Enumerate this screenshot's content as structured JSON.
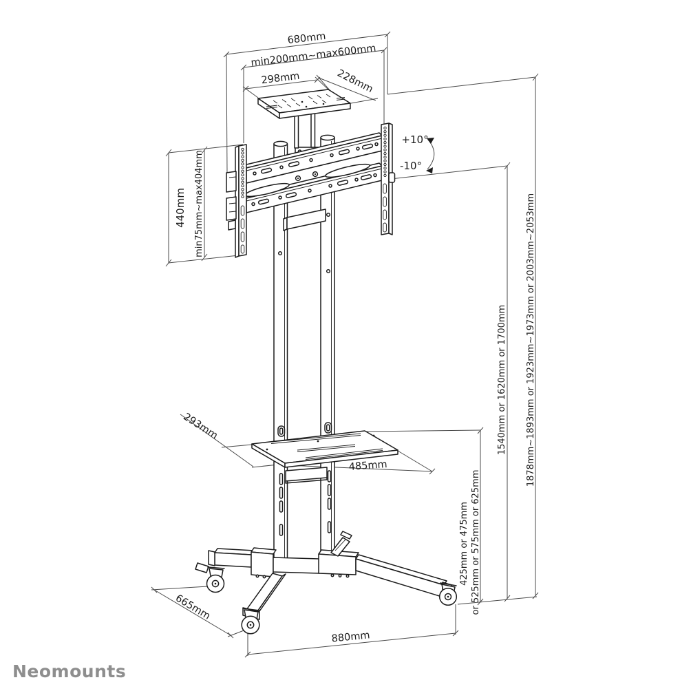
{
  "brand": {
    "logo_text": "Neomounts",
    "logo_color": "#8e8e8e"
  },
  "diagram": {
    "subject": "Isometric technical line drawing of a mobile TV floor stand with castor base, tilting VESA bracket, equipment shelf and top tray",
    "style": "black line art on white",
    "line_color": "#1b1b1b",
    "background": "#ffffff",
    "labels": {
      "bracket_total_width": "680mm",
      "vesa_width_range": "min200mm~max600mm",
      "top_tray_width": "298mm",
      "top_tray_depth": "228mm",
      "tilt_up": "+10°",
      "tilt_down": "-10°",
      "bracket_height": "440mm",
      "vesa_height_range": "min75mm~max404mm",
      "shelf_depth": "293mm",
      "shelf_width": "485mm",
      "shelf_height_options_line1": "425mm or 475mm",
      "shelf_height_options_line2": "or 525mm or 575mm or 625mm",
      "pole_height_options": "1540mm or 1620mm or 1700mm",
      "total_height_options": "1878mm~1893mm or 1923mm~1973mm or 2003mm~2053mm",
      "base_depth": "665mm",
      "base_width": "880mm"
    }
  }
}
